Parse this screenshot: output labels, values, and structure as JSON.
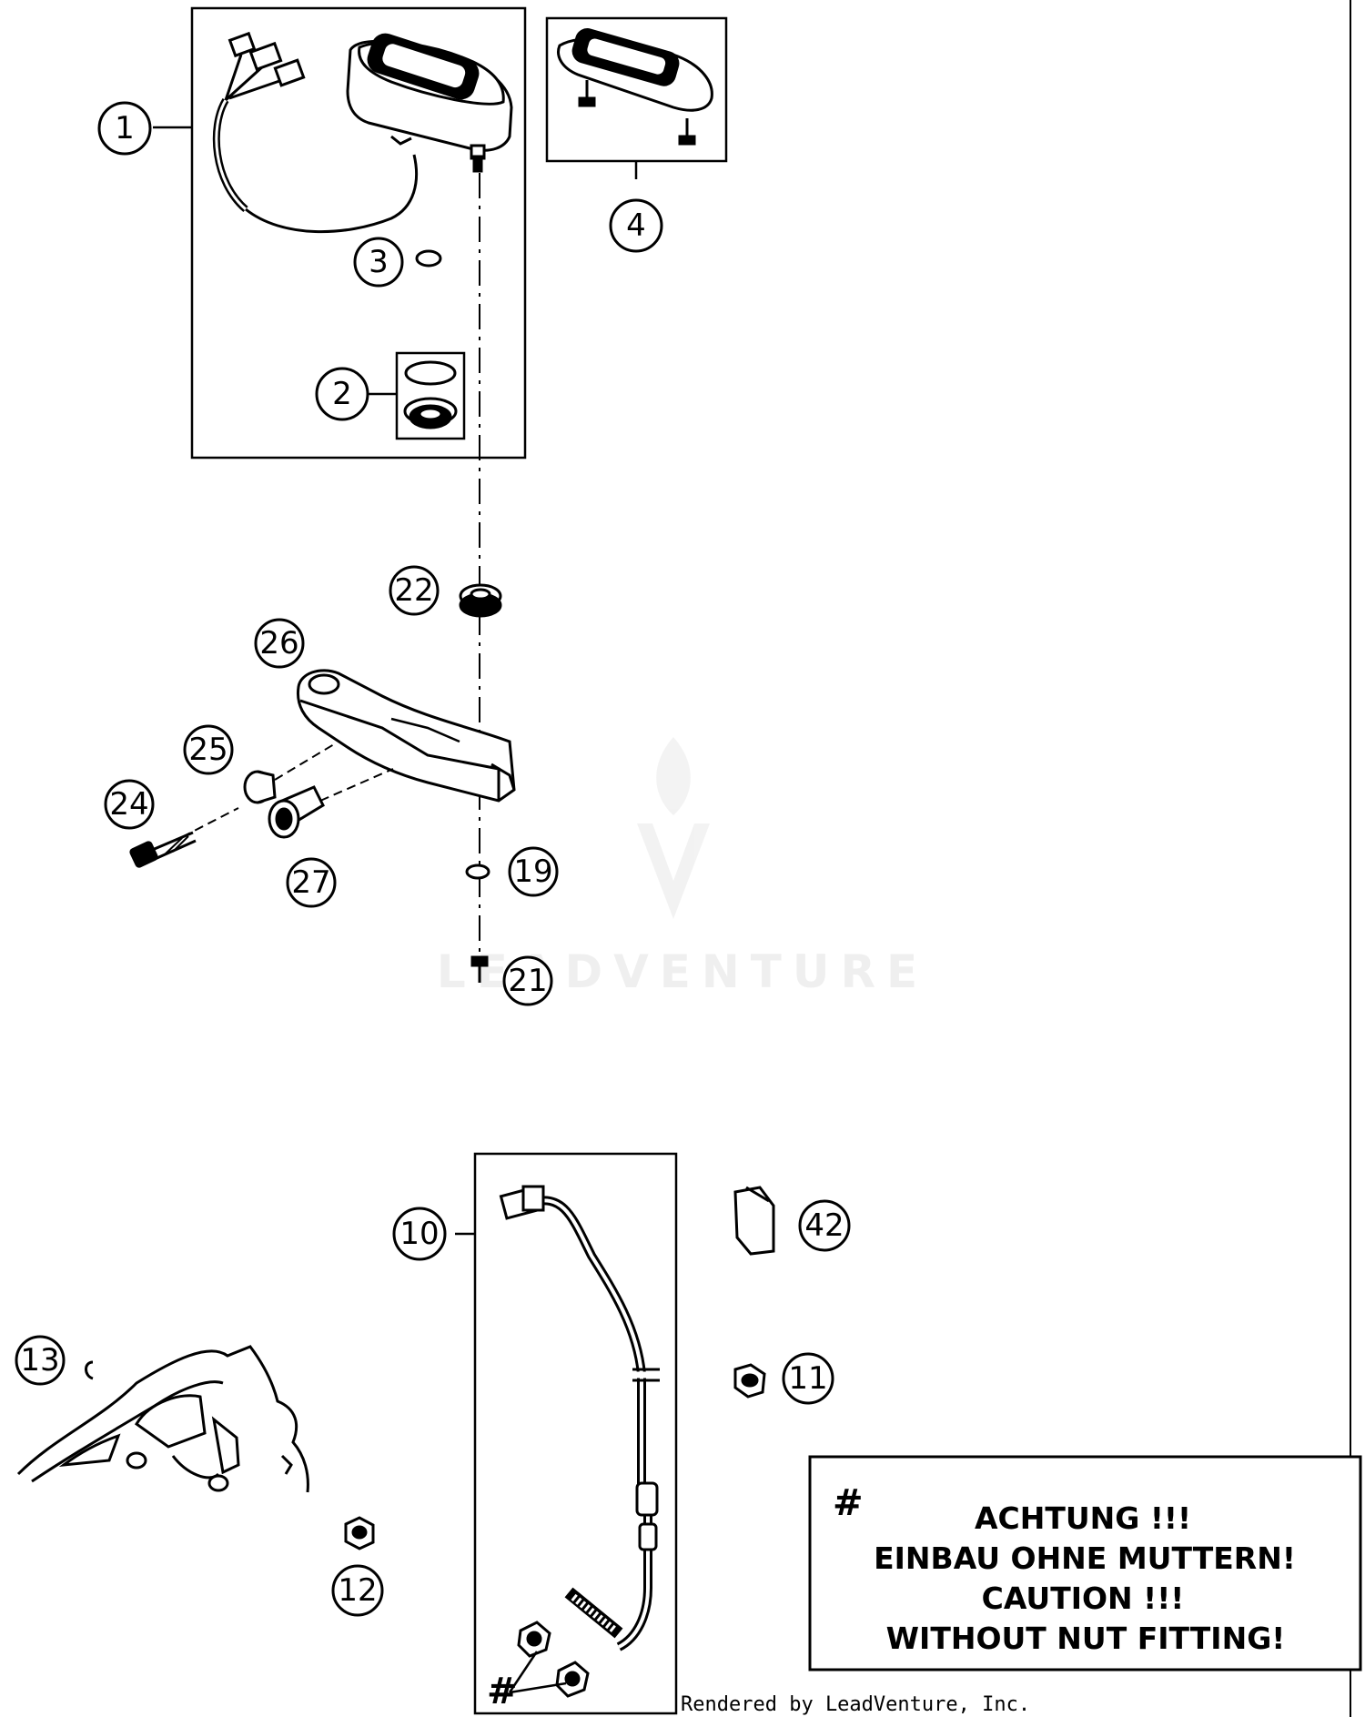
{
  "diagram": {
    "callouts": [
      "1",
      "2",
      "3",
      "4",
      "22",
      "26",
      "25",
      "24",
      "27",
      "19",
      "21",
      "10",
      "42",
      "13",
      "11",
      "12"
    ],
    "note": {
      "symbol": "#",
      "lines": [
        "ACHTUNG !!!",
        "EINBAU OHNE MUTTERN!",
        "CAUTION !!!",
        "WITHOUT NUT FITTING!"
      ]
    },
    "hash_label": "#",
    "watermark": "LEADVENTURE",
    "credit": "Rendered by LeadVenture, Inc."
  }
}
